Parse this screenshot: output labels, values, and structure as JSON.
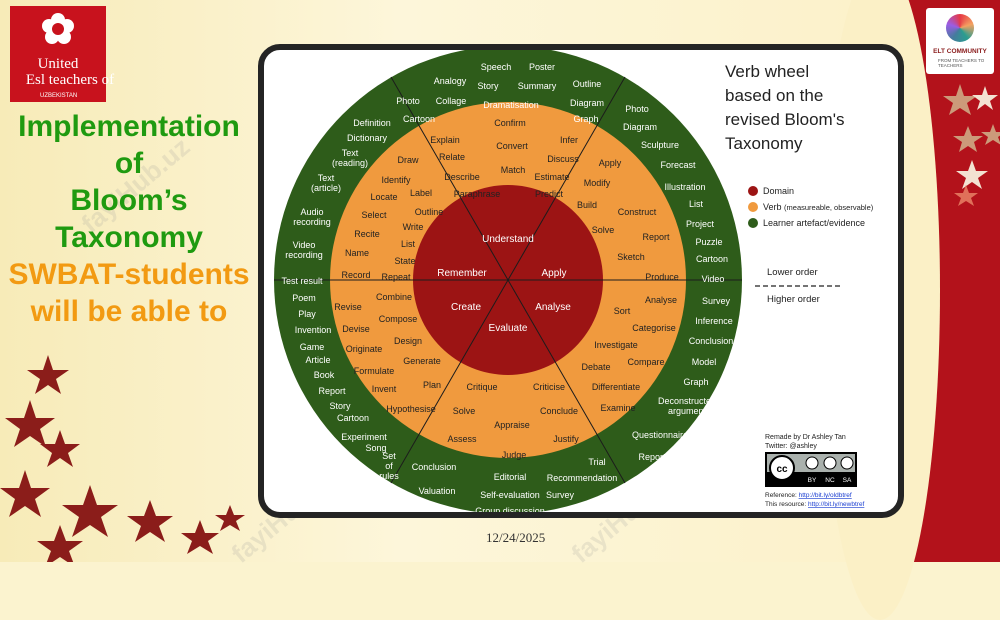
{
  "logo_left": {
    "line1": "United",
    "line2": "Esl teachers of",
    "line3": "UZBEKISTAN"
  },
  "logo_right": {
    "line1": "ELT COMMUNITY",
    "line2": "FROM TEACHERS TO TEACHERS"
  },
  "heading": {
    "lines": [
      "Implementation",
      "of",
      "Bloom’s",
      "Taxonomy"
    ],
    "orange_lines": [
      "SWBAT-students",
      "will be able to"
    ]
  },
  "date": "12/24/2025",
  "watermark": "fayiHub.uz",
  "colors": {
    "domain": "#9c1414",
    "verb": "#f09a3e",
    "artefact": "#2e5c1a",
    "title_green": "#1f9a10",
    "title_orange": "#f29a12"
  },
  "wheel": {
    "title": [
      "Verb wheel",
      "based on the",
      "revised Bloom's",
      "Taxonomy"
    ],
    "legend": [
      {
        "label": "Domain",
        "color": "#9c1414"
      },
      {
        "label": "Verb",
        "note": "(measureable, observable)",
        "color": "#f09a3e"
      },
      {
        "label": "Learner artefact/evidence",
        "color": "#2e5c1a"
      }
    ],
    "order_labels": {
      "lower": "Lower order",
      "higher": "Higher order"
    },
    "domains": [
      "Understand",
      "Remember",
      "Apply",
      "Create",
      "Analyse",
      "Evaluate"
    ],
    "verbs": [
      "Explain",
      "Confirm",
      "Relate",
      "Convert",
      "Infer",
      "Discuss",
      "Describe",
      "Match",
      "Estimate",
      "Paraphrase",
      "Predict",
      "Draw",
      "Identify",
      "Locate",
      "Label",
      "Select",
      "Outline",
      "Recite",
      "Write",
      "List",
      "Name",
      "State",
      "Record",
      "Repeat",
      "Apply",
      "Modify",
      "Build",
      "Construct",
      "Solve",
      "Report",
      "Sketch",
      "Produce",
      "Analyse",
      "Sort",
      "Categorise",
      "Investigate",
      "Compare",
      "Debate",
      "Differentiate",
      "Examine",
      "Critique",
      "Criticise",
      "Solve",
      "Conclude",
      "Appraise",
      "Assess",
      "Justify",
      "Judge",
      "Revise",
      "Combine",
      "Compose",
      "Devise",
      "Design",
      "Originate",
      "Generate",
      "Formulate",
      "Plan",
      "Invent",
      "Hypothesise"
    ],
    "artefacts": [
      "Speech",
      "Poster",
      "Analogy",
      "Story",
      "Summary",
      "Outline",
      "Photo",
      "Collage",
      "Dramatisation",
      "Diagram",
      "Cartoon",
      "Graph",
      "Definition",
      "Dictionary",
      "Text (reading)",
      "Text (article)",
      "Audio recording",
      "Video recording",
      "Test result",
      "Photo",
      "Diagram",
      "Sculpture",
      "Forecast",
      "Illustration",
      "List",
      "Project",
      "Puzzle",
      "Cartoon",
      "Video",
      "Survey",
      "Inference",
      "Conclusion",
      "Model",
      "Graph",
      "Deconstructed argument",
      "Questionnaire",
      "Report",
      "Trial",
      "Recommendation",
      "Survey",
      "Editorial",
      "Self-evaluation",
      "Group discussion",
      "Conclusion",
      "Valuation",
      "Set of rules",
      "Poem",
      "Play",
      "Invention",
      "Game",
      "Article",
      "Book",
      "Report",
      "Story",
      "Cartoon",
      "Experiment",
      "Song"
    ],
    "credit": {
      "line1": "Remade by Dr Ashley Tan",
      "line2": "Twitter: @ashley",
      "ref_label": "Reference: ",
      "ref_link": "http://bit.ly/oldbtref",
      "res_label": "This resource: ",
      "res_link": "http://bit.ly/newbtref"
    },
    "license": {
      "cc": "cc",
      "by": "BY",
      "nc": "NC",
      "sa": "SA"
    }
  }
}
